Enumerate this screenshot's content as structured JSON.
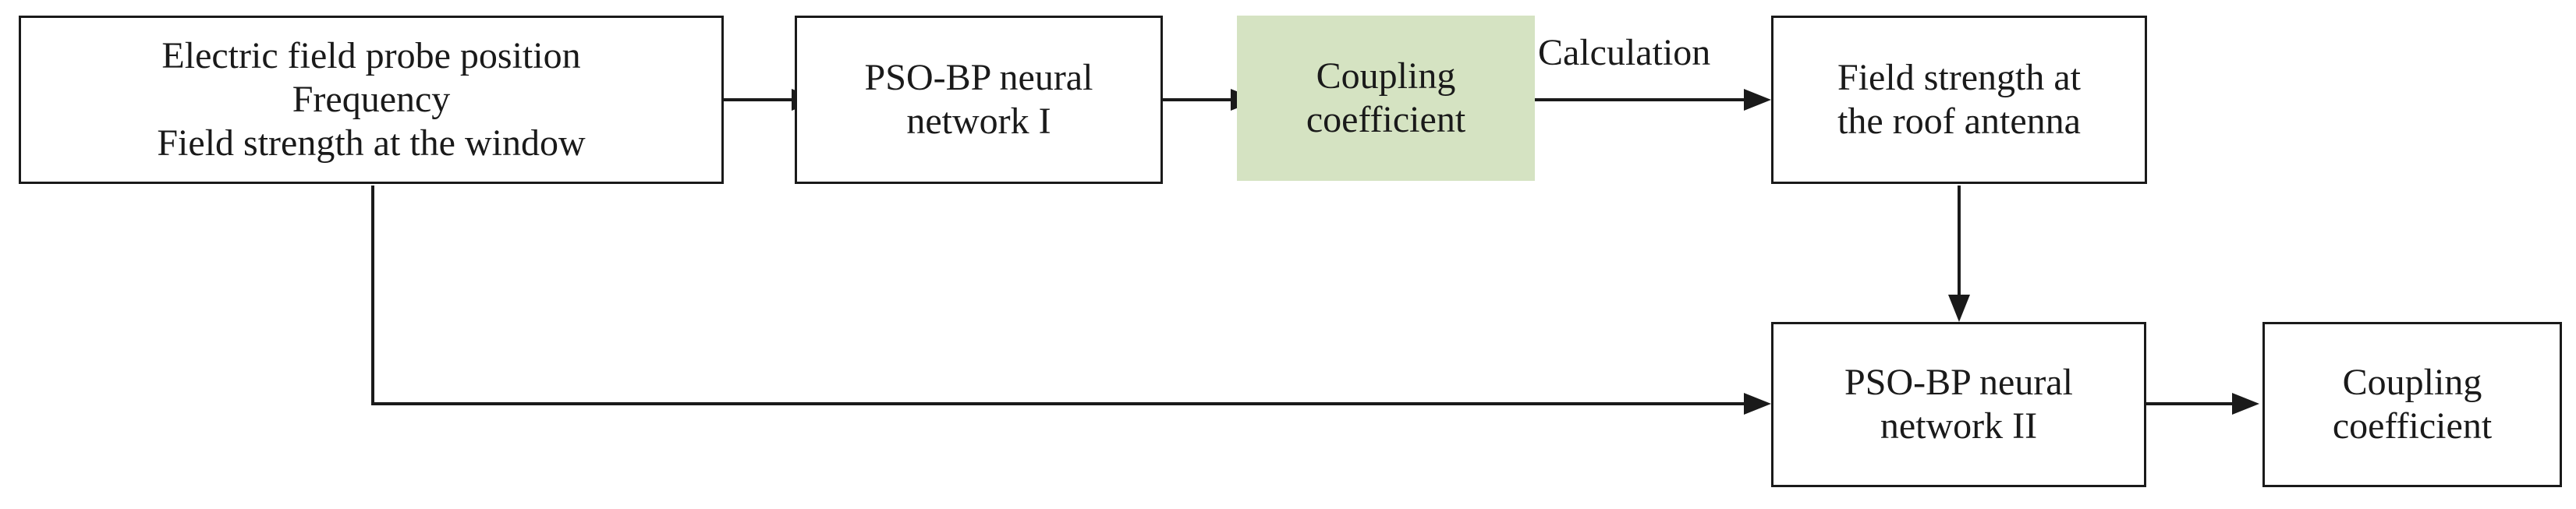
{
  "nodes": {
    "inputs": {
      "lines": [
        "Electric field probe position",
        "Frequency",
        "Field strength at the window"
      ]
    },
    "nn1": {
      "lines": [
        "PSO-BP neural",
        "network I"
      ]
    },
    "coupling1": {
      "lines": [
        "Coupling",
        "coefficient"
      ],
      "fill": "#d5e3c2"
    },
    "field_roof": {
      "lines": [
        "Field strength at",
        "the roof antenna"
      ]
    },
    "nn2": {
      "lines": [
        "PSO-BP neural",
        "network II"
      ]
    },
    "coupling2": {
      "lines": [
        "Coupling",
        "coefficient"
      ]
    }
  },
  "edges": {
    "calculation_label": "Calculation"
  },
  "colors": {
    "stroke": "#1a1a1a",
    "highlight": "#d5e3c2"
  }
}
